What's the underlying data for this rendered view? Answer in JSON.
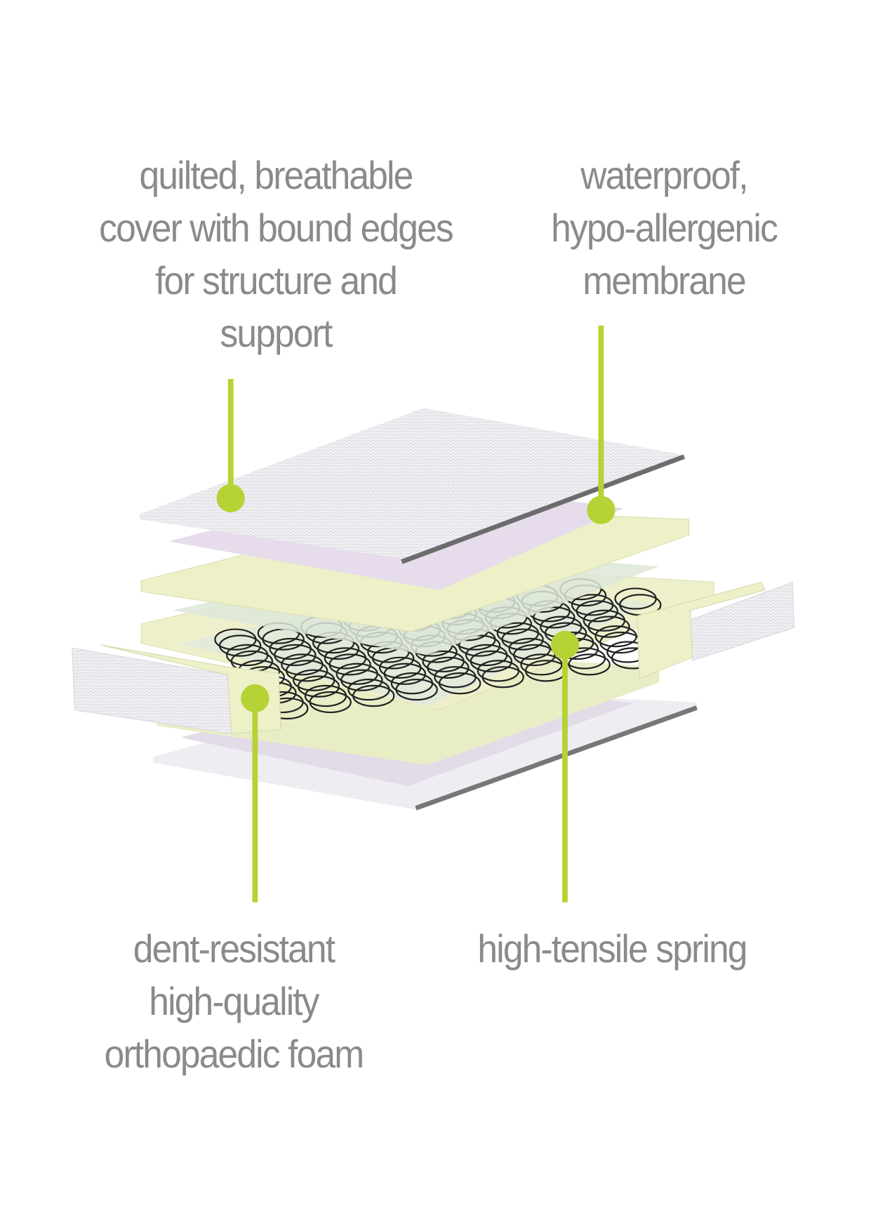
{
  "accent_color": "#b5d334",
  "text_color": "#8a8a8a",
  "labels": {
    "cover": [
      "quilted, breathable",
      "cover with bound edges",
      "for structure and",
      "support"
    ],
    "membrane": [
      "waterproof,",
      "hypo-allergenic",
      "membrane"
    ],
    "foam": [
      "dent-resistant",
      "high-quality",
      "orthopaedic foam"
    ],
    "spring": [
      "high-tensile spring"
    ]
  }
}
